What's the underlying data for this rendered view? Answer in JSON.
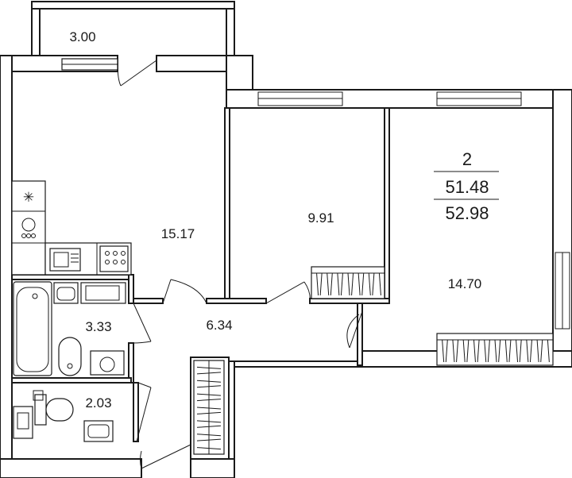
{
  "plan": {
    "rooms": [
      {
        "id": "balcony",
        "area": "3.00"
      },
      {
        "id": "kitchen-living",
        "area": "15.17"
      },
      {
        "id": "bedroom-1",
        "area": "9.91"
      },
      {
        "id": "bedroom-2",
        "area": "14.70"
      },
      {
        "id": "hall",
        "area": "6.34"
      },
      {
        "id": "bathroom",
        "area": "3.33"
      },
      {
        "id": "wc",
        "area": "2.03"
      }
    ],
    "summary": {
      "rooms_count": "2",
      "living_area": "51.48",
      "total_area": "52.98"
    }
  }
}
